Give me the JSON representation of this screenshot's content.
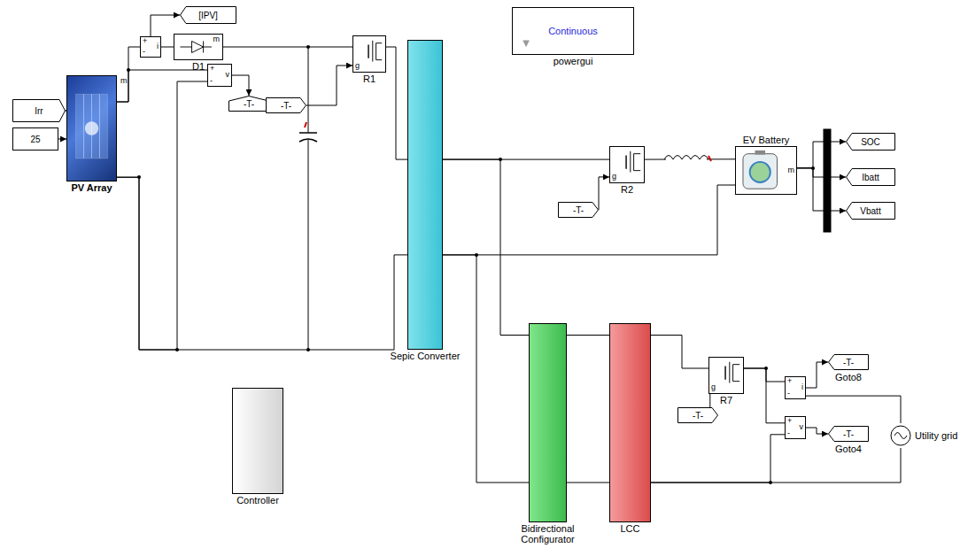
{
  "diagram": {
    "nodes": [
      {
        "text": [
          "Irr"
        ]
      },
      {
        "text": [
          "25"
        ]
      },
      {
        "text": [
          "PV Array"
        ]
      },
      {
        "text": [
          "[IPV]"
        ]
      },
      {
        "text": [
          "+",
          "i",
          "-"
        ]
      },
      {
        "text": [
          "m",
          "D1"
        ]
      },
      {
        "text": [
          "+",
          "-",
          "v"
        ]
      },
      {
        "text": [
          "-T-"
        ]
      },
      {
        "text": [
          "-T-"
        ]
      },
      {
        "text": [
          "R1",
          "g"
        ]
      },
      {
        "text": [
          "Sepic Converter"
        ]
      },
      {
        "text": [
          "-T-"
        ]
      },
      {
        "text": [
          "R2",
          "g"
        ]
      },
      {
        "text": [
          "EV Battery",
          "m"
        ]
      },
      {
        "text": [
          "SOC"
        ]
      },
      {
        "text": [
          "Ibatt"
        ]
      },
      {
        "text": [
          "Vbatt"
        ]
      },
      {
        "text": [
          "Controller"
        ]
      },
      {
        "text": [
          "Bidirectional Configurator"
        ]
      },
      {
        "text": [
          "LCC"
        ]
      },
      {
        "text": [
          "-T-"
        ]
      },
      {
        "text": [
          "R7",
          "g"
        ]
      },
      {
        "text": [
          "+",
          "i",
          "-"
        ]
      },
      {
        "text": [
          "-T-",
          "Goto8"
        ]
      },
      {
        "text": [
          "+",
          "-",
          "v"
        ]
      },
      {
        "text": [
          "-T-",
          "Goto4"
        ]
      },
      {
        "text": [
          "Utility grid"
        ]
      },
      {
        "text": [
          "Continuous",
          "powergui"
        ]
      }
    ],
    "edges": [
      {
        "from": 0,
        "to": 2,
        "arrow": "to"
      },
      {
        "from": 1,
        "to": 2,
        "arrow": "to"
      },
      {
        "from": 2,
        "to": 4,
        "arrow": "none"
      },
      {
        "from": 4,
        "to": 3,
        "arrow": "to"
      },
      {
        "from": 4,
        "to": 5,
        "arrow": "none"
      },
      {
        "from": 5,
        "to": 9,
        "arrow": "none"
      },
      {
        "from": 2,
        "to": 6,
        "arrow": "none"
      },
      {
        "from": 2,
        "to": 6,
        "arrow": "none"
      },
      {
        "from": 6,
        "to": 7,
        "arrow": "to"
      },
      {
        "from": 8,
        "to": 9,
        "arrow": "to"
      },
      {
        "from": 9,
        "to": 10,
        "arrow": "none"
      },
      {
        "from": 2,
        "to": 10,
        "arrow": "none"
      },
      {
        "from": 10,
        "to": 12,
        "arrow": "none"
      },
      {
        "from": 11,
        "to": 12,
        "arrow": "to"
      },
      {
        "from": 12,
        "to": 13,
        "arrow": "none"
      },
      {
        "from": 10,
        "to": 13,
        "arrow": "none"
      },
      {
        "from": 13,
        "to": 14,
        "arrow": "to"
      },
      {
        "from": 13,
        "to": 15,
        "arrow": "to"
      },
      {
        "from": 13,
        "to": 16,
        "arrow": "to"
      },
      {
        "from": 10,
        "to": 18,
        "arrow": "none"
      },
      {
        "from": 10,
        "to": 18,
        "arrow": "none"
      },
      {
        "from": 18,
        "to": 19,
        "arrow": "none"
      },
      {
        "from": 18,
        "to": 19,
        "arrow": "none"
      },
      {
        "from": 19,
        "to": 21,
        "arrow": "none"
      },
      {
        "from": 20,
        "to": 21,
        "arrow": "to"
      },
      {
        "from": 21,
        "to": 22,
        "arrow": "none"
      },
      {
        "from": 22,
        "to": 23,
        "arrow": "to"
      },
      {
        "from": 22,
        "to": 26,
        "arrow": "none"
      },
      {
        "from": 21,
        "to": 24,
        "arrow": "none"
      },
      {
        "from": 24,
        "to": 25,
        "arrow": "to"
      },
      {
        "from": 19,
        "to": 26,
        "arrow": "none"
      },
      {
        "from": 19,
        "to": 24,
        "arrow": "none"
      }
    ],
    "labels": [
      "m"
    ]
  }
}
